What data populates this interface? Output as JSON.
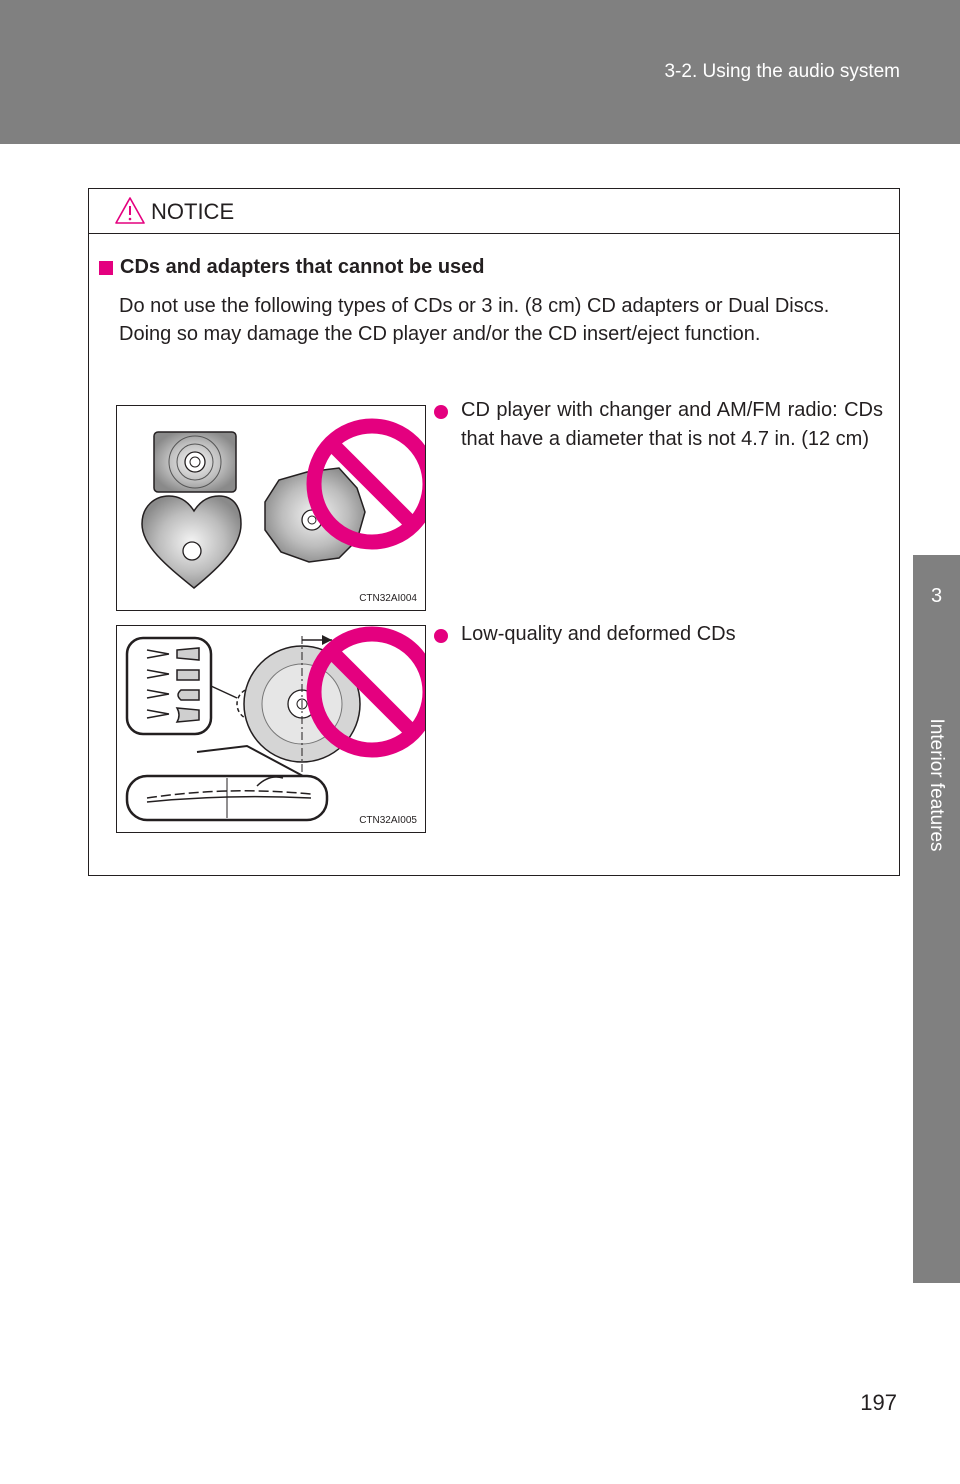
{
  "header": {
    "section": "3-2. Using the audio system"
  },
  "side_tab": {
    "number": "3",
    "label": "Interior features"
  },
  "notice": {
    "title": "NOTICE",
    "subheading": "CDs and adapters that cannot be used",
    "paragraph_1": "Do not use the following types of CDs or 3 in. (8 cm) CD adapters or Dual Discs.",
    "paragraph_2": "Doing so may damage the CD player and/or the CD insert/eject function.",
    "items": [
      {
        "text": "CD player with changer and AM/FM radio: CDs that have a diameter that is not 4.7 in. (12 cm)",
        "figure_code": "CTN32AI004"
      },
      {
        "text": "Low-quality and deformed CDs",
        "figure_code": "CTN32AI005"
      }
    ]
  },
  "page_number": "197",
  "colors": {
    "accent": "#e4007f",
    "header_gray": "#808080"
  },
  "icons": [
    "warning-triangle-icon",
    "prohibited-sign-icon"
  ]
}
